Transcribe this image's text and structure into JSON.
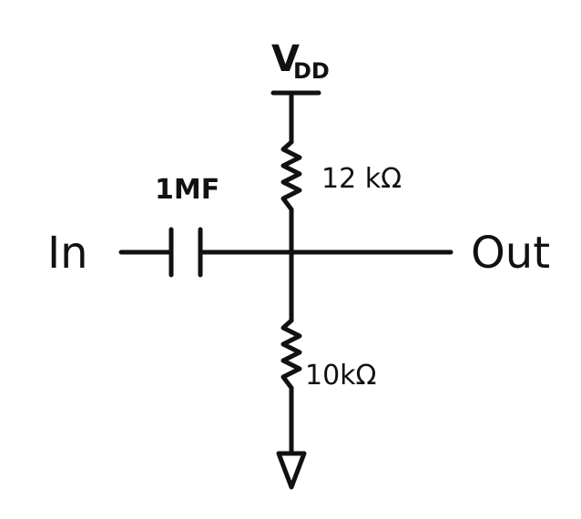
{
  "schematic": {
    "supply": {
      "main": "V",
      "sub": "DD"
    },
    "input_label": "In",
    "output_label": "Out",
    "capacitor_label": "1MF",
    "top_resistor_label": "12 kΩ",
    "bottom_resistor_label": "10kΩ"
  }
}
